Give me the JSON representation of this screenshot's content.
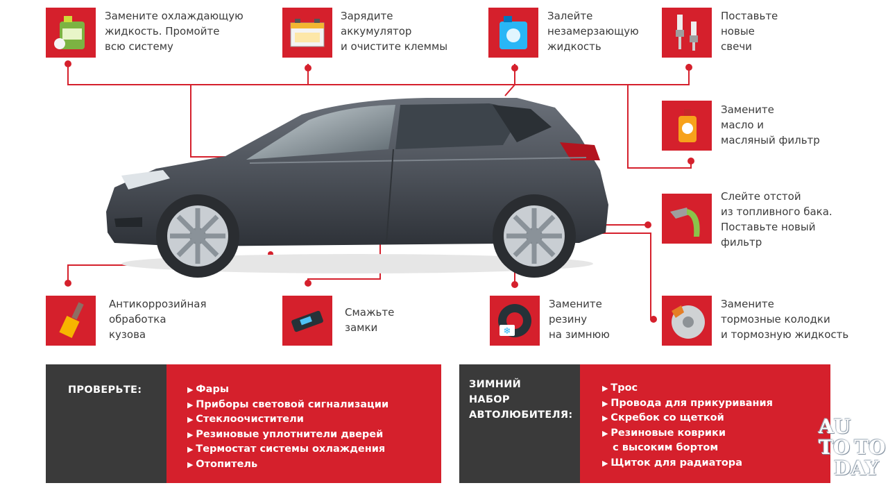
{
  "steps": {
    "coolant": "Замените охлаждающую\nжидкость. Промойте\nвсю систему",
    "battery": "Зарядите\nаккумулятор\nи очистите клеммы",
    "washer": "Залейте\nнезамерзающую\nжидкость",
    "plugs": "Поставьте\nновые\nсвечи",
    "oil": "Замените\nмасло и\nмасляный фильтр",
    "fuel": "Слейте отстой\nиз топливного бака.\nПоставьте новый\nфильтр",
    "anticorrosion": "Антикоррозийная\nобработка\nкузова",
    "locks": "Смажьте\nзамки",
    "tires": "Замените\nрезину\nна зимнюю",
    "brakes": "Замените\nтормозные колодки\nи тормозную жидкость"
  },
  "check_panel": {
    "title": "ПРОВЕРЬТЕ:",
    "items": [
      "Фары",
      "Приборы световой сигнализации",
      "Стеклоочистители",
      "Резиновые уплотнители дверей",
      "Термостат системы охлаждения",
      "Отопитель"
    ]
  },
  "kit_panel": {
    "title": "ЗИМНИЙ\nНАБОР\nАВТОЛЮБИТЕЛЯ:",
    "items": [
      "Трос",
      "Провода для прикуривания",
      "Скребок со щеткой",
      "Резиновые коврики",
      "с высоким бортом",
      "Щиток для радиатора"
    ]
  },
  "watermark": {
    "line1": "AU",
    "line2": "TO",
    "line3": "TO",
    "line4": "DAY"
  },
  "colors": {
    "accent": "#d5202c",
    "dark": "#3a3a3a",
    "car_body": "#4d525a",
    "text": "#3b3b3b"
  },
  "icons": [
    "coolant-canister-icon",
    "car-battery-icon",
    "washer-fluid-icon",
    "spark-plug-icon",
    "oil-bottle-icon",
    "fuel-nozzle-icon",
    "paint-brush-icon",
    "lock-spray-icon",
    "winter-tire-icon",
    "brake-disc-icon"
  ]
}
